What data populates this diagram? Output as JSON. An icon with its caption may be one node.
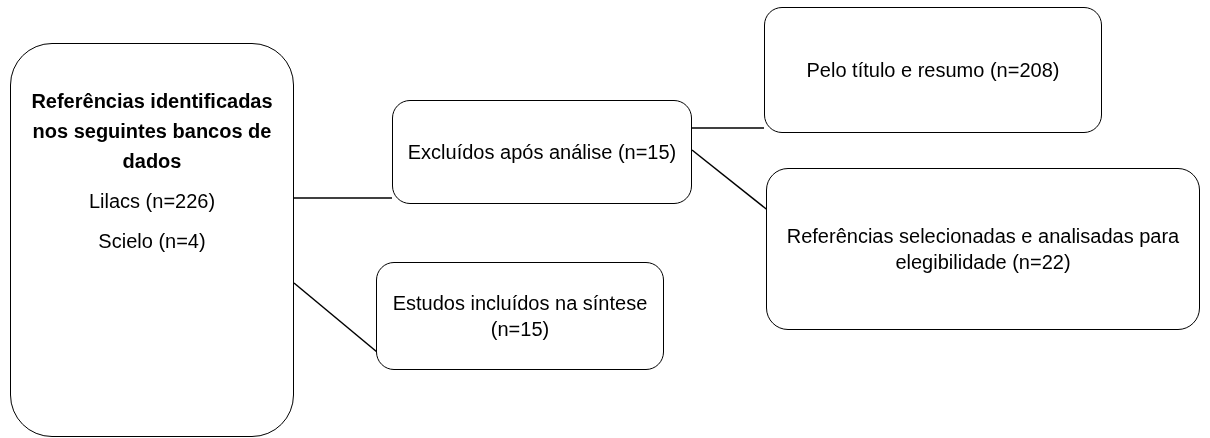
{
  "diagram": {
    "nodes": [
      {
        "text": [
          "Referências identificadas nos seguintes bancos de dados",
          "Lilacs (n=226)",
          "Scielo (n=4)"
        ]
      },
      {
        "text": [
          "Excluídos após análise (n=15)"
        ]
      },
      {
        "text": [
          "Estudos incluídos na síntese (n=15)"
        ]
      },
      {
        "text": [
          "Pelo título e resumo (n=208)"
        ]
      },
      {
        "text": [
          "Referências selecionadas e analisadas para elegibilidade (n=22)"
        ]
      }
    ],
    "edges": [
      {
        "from": 0,
        "to": 1,
        "arrow": "none"
      },
      {
        "from": 0,
        "to": 2,
        "arrow": "none"
      },
      {
        "from": 1,
        "to": 3,
        "arrow": "none"
      },
      {
        "from": 1,
        "to": 4,
        "arrow": "none"
      }
    ]
  }
}
